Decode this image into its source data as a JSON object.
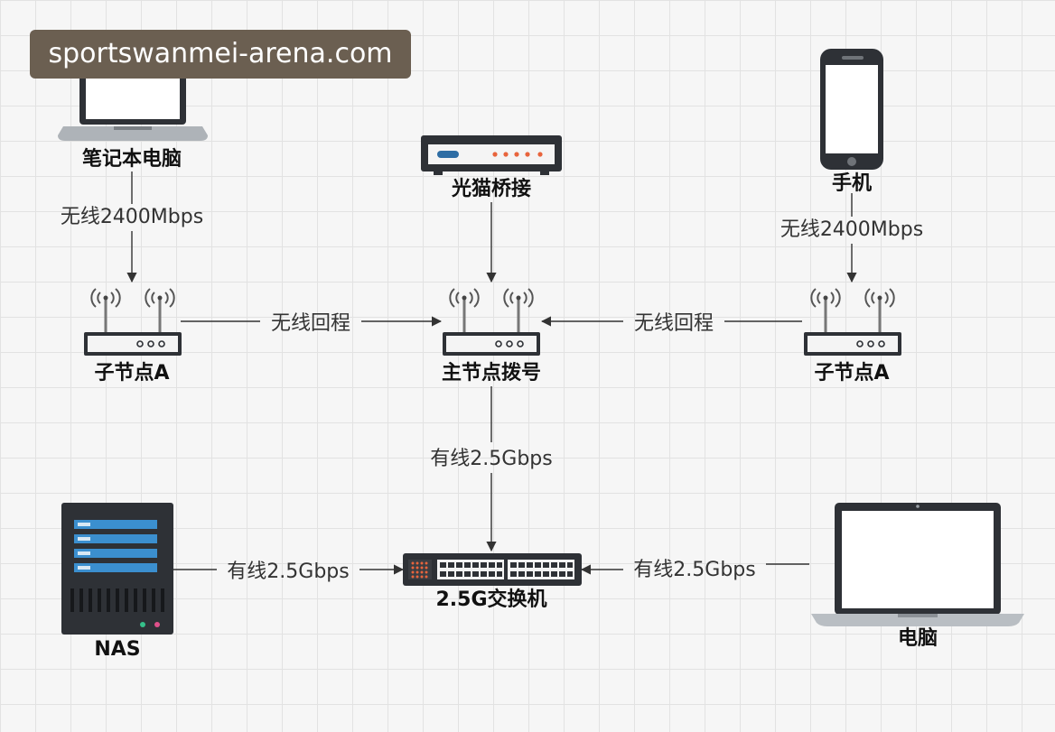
{
  "watermark": "sportswanmei-arena.com",
  "nodes": {
    "laptop": "笔记本电脑",
    "modem": "光猫桥接",
    "phone": "手机",
    "node_left": "子节点A",
    "main_router": "主节点拨号",
    "node_right": "子节点A",
    "nas": "NAS",
    "switch": "2.5G交换机",
    "computer": "电脑"
  },
  "edges": {
    "laptop_to_node": "无线2400Mbps",
    "phone_to_node": "无线2400Mbps",
    "left_backhaul": "无线回程",
    "right_backhaul": "无线回程",
    "router_to_switch": "有线2.5Gbps",
    "nas_to_switch": "有线2.5Gbps",
    "computer_to_switch": "有线2.5Gbps"
  },
  "colors": {
    "device_dark": "#2e3136",
    "screen_blue": "#2e6da4",
    "modem_accent": "#e8643c",
    "nas_stripe": "#3b8fcf"
  }
}
